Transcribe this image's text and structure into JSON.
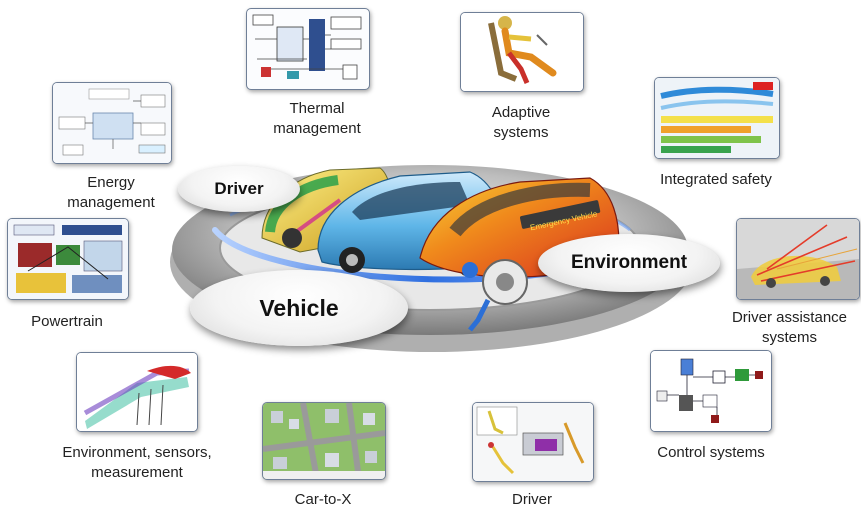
{
  "hub": {
    "driver": "Driver",
    "vehicle": "Vehicle",
    "environment": "Environment",
    "banner_text": "Emergency Vehicle"
  },
  "modules": {
    "thermal": [
      "Thermal",
      "management"
    ],
    "adaptive": [
      "Adaptive",
      "systems"
    ],
    "energy": [
      "Energy",
      "management"
    ],
    "safety": [
      "Integrated safety"
    ],
    "powertrain": [
      "Powertrain"
    ],
    "driver_assist": [
      "Driver assistance",
      "systems"
    ],
    "env_sensors": [
      "Environment, sensors,",
      "measurement"
    ],
    "car_to_x": [
      "Car-to-X"
    ],
    "driver_bottom": [
      "Driver"
    ],
    "control": [
      "Control systems"
    ]
  },
  "colors": {
    "frame_border": "#6f7f97",
    "ring_blue": "#2f6fe0",
    "car_blue": "#5fb6e8",
    "car_red": "#d8301e"
  }
}
